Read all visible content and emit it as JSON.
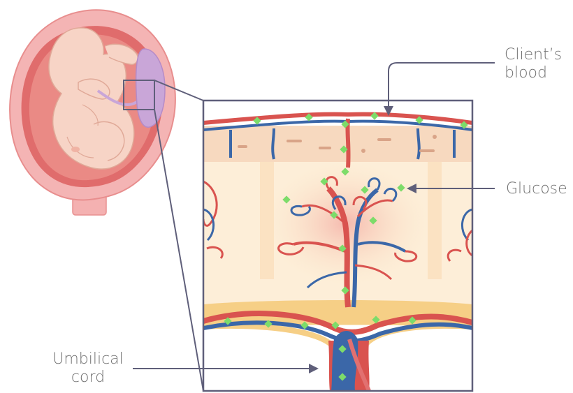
{
  "labels": {
    "client_blood": "Client’s\nblood",
    "glucose": "Glucose",
    "umbilical_cord": "Umbilical\ncord"
  },
  "colors": {
    "uterus": "#f0a3a3",
    "uterus_inner": "#e27272",
    "fetus": "#f6d3c6",
    "placenta": "#c9a6d8",
    "artery": "#d9534f",
    "vein": "#3b67a8",
    "tissue": "#fbe8c8",
    "glucose": "#7ddc6a",
    "leader": "#5f5f7a"
  },
  "icons": [
    "uterus-with-fetus-illustration",
    "placenta-cross-section-illustration"
  ]
}
